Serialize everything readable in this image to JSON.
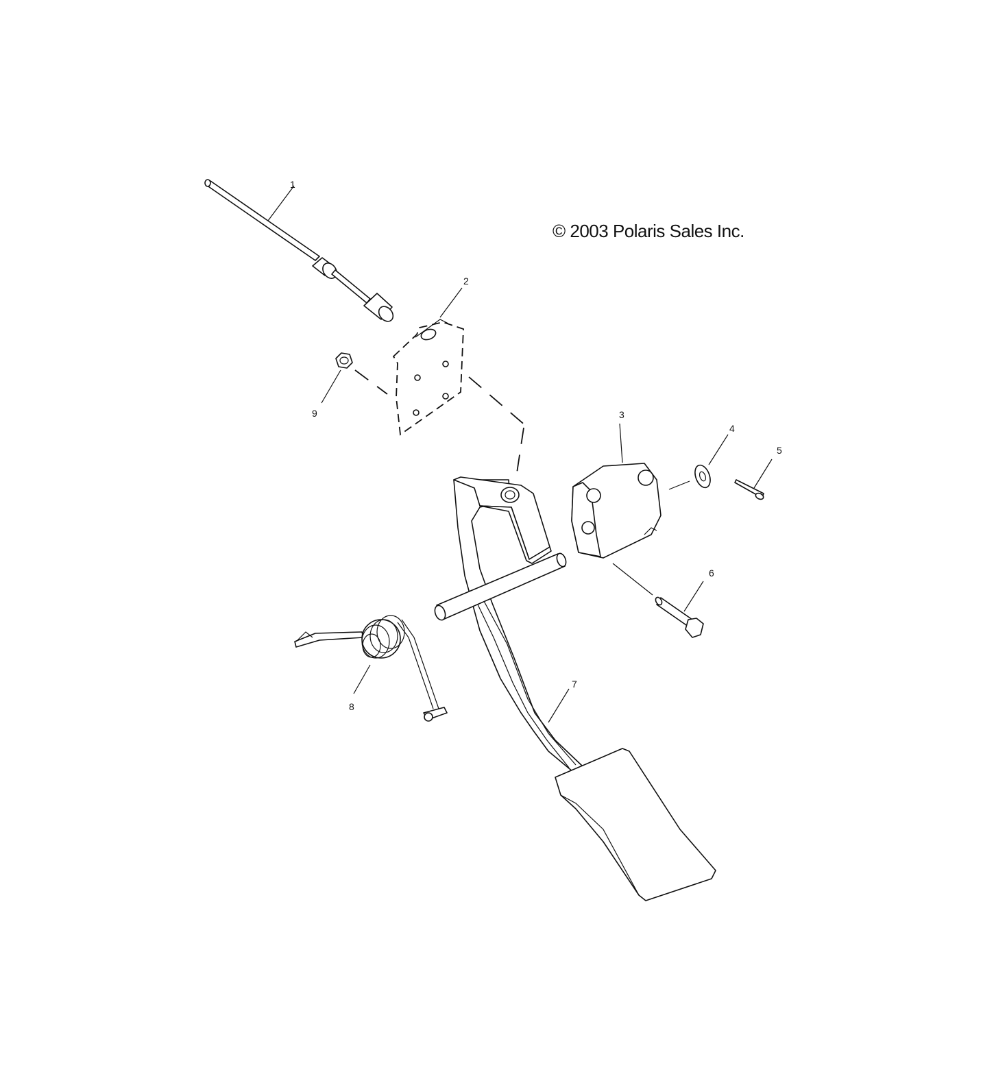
{
  "copyright": "© 2003 Polaris Sales Inc.",
  "callouts": [
    {
      "id": "1",
      "label": "1"
    },
    {
      "id": "2",
      "label": "2"
    },
    {
      "id": "3",
      "label": "3"
    },
    {
      "id": "4",
      "label": "4"
    },
    {
      "id": "5",
      "label": "5"
    },
    {
      "id": "6",
      "label": "6"
    },
    {
      "id": "7",
      "label": "7"
    },
    {
      "id": "8",
      "label": "8"
    },
    {
      "id": "9",
      "label": "9"
    }
  ]
}
